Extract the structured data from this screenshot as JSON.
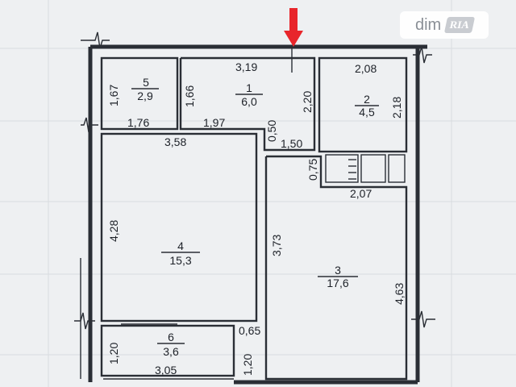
{
  "watermark": {
    "site": "dim",
    "badge": "RIA"
  },
  "entrance_marker_color": "#e8262b",
  "rooms": [
    {
      "number": "1",
      "area": "6,0"
    },
    {
      "number": "2",
      "area": "4,5"
    },
    {
      "number": "3",
      "area": "17,6"
    },
    {
      "number": "4",
      "area": "15,3"
    },
    {
      "number": "5",
      "area": "2,9"
    },
    {
      "number": "6",
      "area": "3,6"
    }
  ],
  "dimensions": {
    "hall_width": "3,19",
    "hall_depth": "1,66",
    "hall_bottom": "1,97",
    "hall_side": "2,20",
    "corridor_width": "1,50",
    "corridor_depth": "0,50",
    "bath_width": "2,08",
    "bath_depth": "2,18",
    "wc_depth": "1,67",
    "wc_width": "1,76",
    "room4_width": "3,58",
    "room4_depth": "4,28",
    "kitchen_side": "3,73",
    "kitchen_depth": "4,63",
    "kitchen_top": "2,07",
    "niche_depth": "0,75",
    "balcony_gap": "0,65",
    "balcony_depth": "1,20",
    "balcony2_depth": "1,20",
    "balcony_width": "3,05"
  }
}
